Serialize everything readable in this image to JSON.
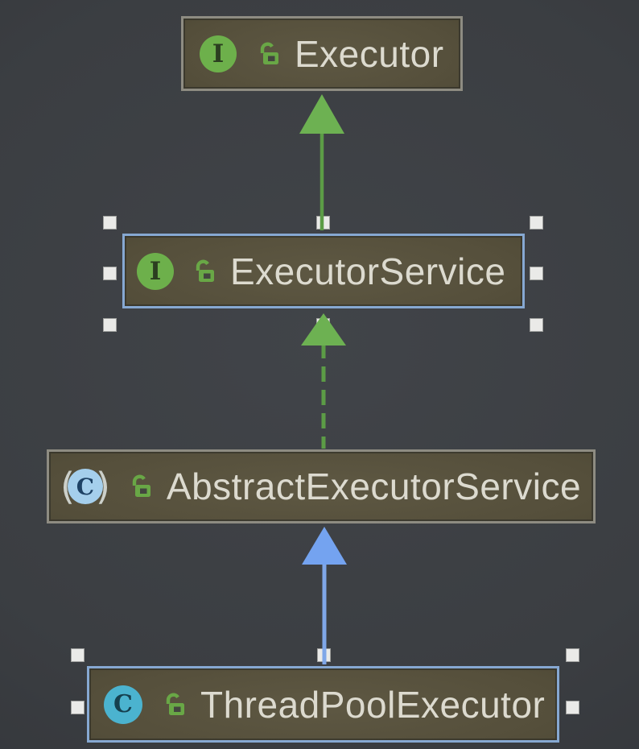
{
  "diagram": {
    "type": "uml-class-diagram",
    "nodes": [
      {
        "label": "Executor",
        "kind": "interface",
        "type_letter": "I",
        "visibility": "public",
        "selected": false
      },
      {
        "label": "ExecutorService",
        "kind": "interface",
        "type_letter": "I",
        "visibility": "public",
        "selected": true
      },
      {
        "label": "AbstractExecutorService",
        "kind": "abstract-class",
        "type_letter": "C",
        "paren_open": "(",
        "paren_close": ")",
        "visibility": "public",
        "selected": false
      },
      {
        "label": "ThreadPoolExecutor",
        "kind": "class",
        "type_letter": "C",
        "visibility": "public",
        "selected": true
      }
    ],
    "edges": [
      {
        "from": "ExecutorService",
        "to": "Executor",
        "line": "solid",
        "relationship": "extends",
        "color": "#6db152"
      },
      {
        "from": "AbstractExecutorService",
        "to": "ExecutorService",
        "line": "dashed",
        "relationship": "implements",
        "color": "#6db152"
      },
      {
        "from": "ThreadPoolExecutor",
        "to": "AbstractExecutorService",
        "line": "solid",
        "relationship": "extends",
        "color": "#74a3f0"
      }
    ],
    "colors": {
      "background": "#3b3e42",
      "node_fill": "#55503b",
      "node_border": "#8e8c82",
      "selection_border": "#86a8d2",
      "selection_handle": "#eaeae8",
      "interface_icon_green": "#6db04b",
      "class_icon_cyan": "#4bb3cf",
      "abstract_class_icon_blue": "#a5cfec",
      "lock_icon_green": "#69a746",
      "edge_green": "#6db152",
      "edge_blue": "#74a3f0",
      "label_text": "#dcdacf"
    }
  }
}
